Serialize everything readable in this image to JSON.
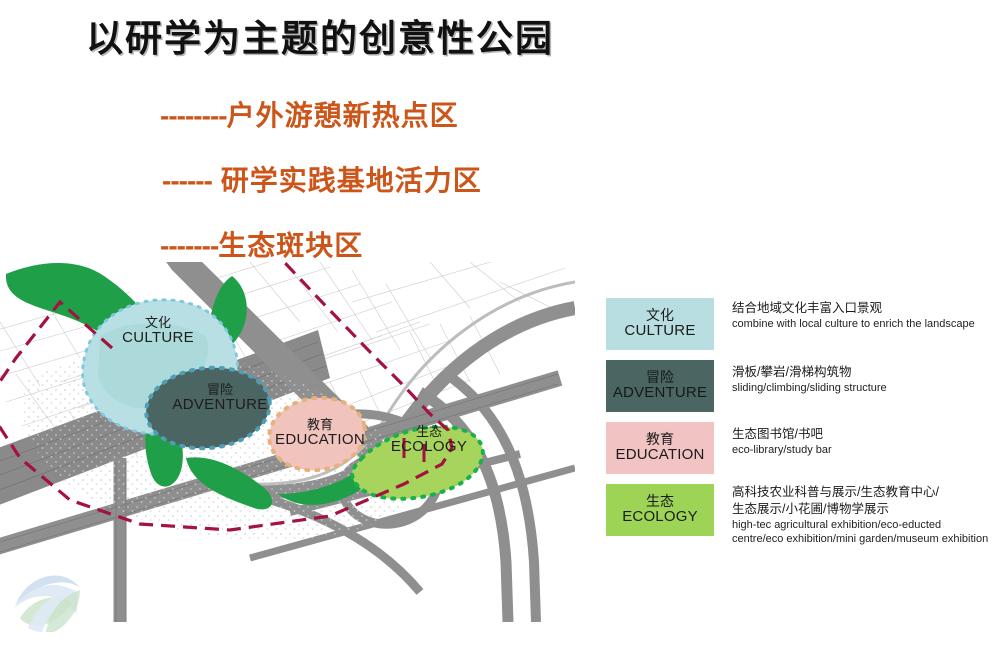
{
  "slide": {
    "title": "以研学为主题的创意性公园",
    "subtitles": [
      {
        "dash": "--------",
        "text": "户外游憩新热点区"
      },
      {
        "dash": "------",
        "text": " 研学实践基地活力区"
      },
      {
        "dash": "-------",
        "text": "生态斑块区"
      }
    ],
    "accent_color": "#cc5519",
    "title_color": "#111111"
  },
  "map": {
    "zones": [
      {
        "cn": "文化",
        "en": "CULTURE",
        "fill": "#b8e0e4",
        "dot": "#7ec9e0"
      },
      {
        "cn": "冒险",
        "en": "ADVENTURE",
        "fill": "#4b6562",
        "dot": "#4e9fb5"
      },
      {
        "cn": "教育",
        "en": "EDUCATION",
        "fill": "#f0c3bd",
        "dot": "#e8b07a"
      },
      {
        "cn": "生态",
        "en": "ECOLOGY",
        "fill": "#a6d45c",
        "dot": "#17b24a"
      }
    ],
    "site_boundary_color": "#a4123f",
    "road_color": "#8d8d8d",
    "greenbelt_color": "#22a24a",
    "base_color": "#ffffff"
  },
  "legend": {
    "items": [
      {
        "cn": "文化",
        "en": "CULTURE",
        "swatch": "#b9dee1",
        "desc_cn": "结合地域文化丰富入口景观",
        "desc_en": "combine with local culture to enrich the landscape"
      },
      {
        "cn": "冒险",
        "en": "ADVENTURE",
        "swatch": "#4b6562",
        "desc_cn": "滑板/攀岩/滑梯构筑物",
        "desc_en": "sliding/climbing/sliding  structure"
      },
      {
        "cn": "教育",
        "en": "EDUCATION",
        "swatch": "#f1c3c3",
        "desc_cn": "生态图书馆/书吧",
        "desc_en": "eco-library/study bar"
      },
      {
        "cn": "生态",
        "en": "ECOLOGY",
        "swatch": "#9ed456",
        "desc_cn": "高科技农业科普与展示/生态教育中心/\n生态展示/小花圃/博物学展示",
        "desc_en": "high-tec agricultural exhibition/eco-educted centre/eco exhibition/mini garden/museum exhibition"
      }
    ]
  },
  "logo": {
    "name": "company-watermark-logo",
    "colors": [
      "#8fb7dd",
      "#9ccb8e"
    ]
  }
}
